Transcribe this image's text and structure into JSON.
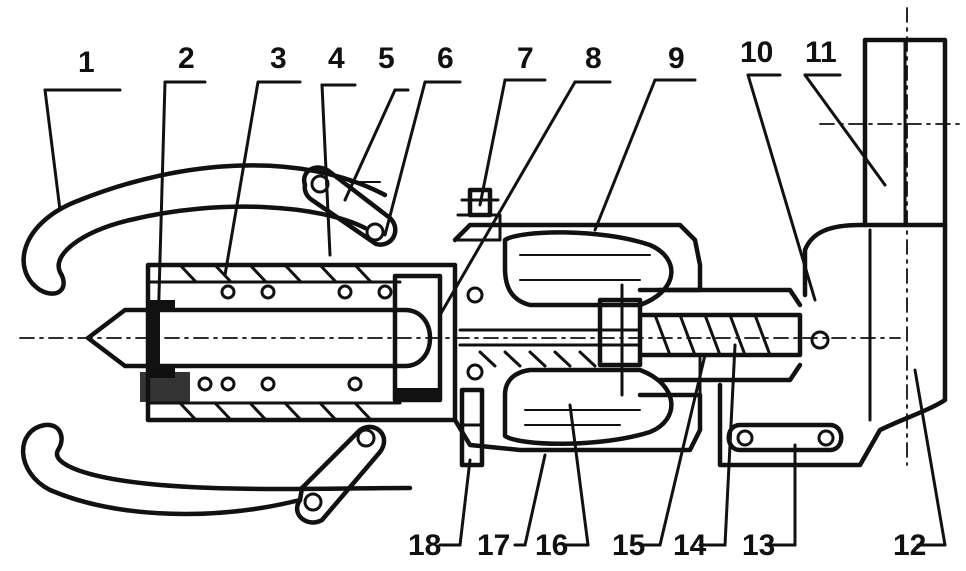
{
  "labels": {
    "l1": "1",
    "l2": "2",
    "l3": "3",
    "l4": "4",
    "l5": "5",
    "l6": "6",
    "l7": "7",
    "l8": "8",
    "l9": "9",
    "l10": "10",
    "l11": "11",
    "l12": "12",
    "l13": "13",
    "l14": "14",
    "l15": "15",
    "l16": "16",
    "l17": "17",
    "l18": "18"
  },
  "colors": {
    "ink": "#111111",
    "paper": "#ffffff"
  }
}
